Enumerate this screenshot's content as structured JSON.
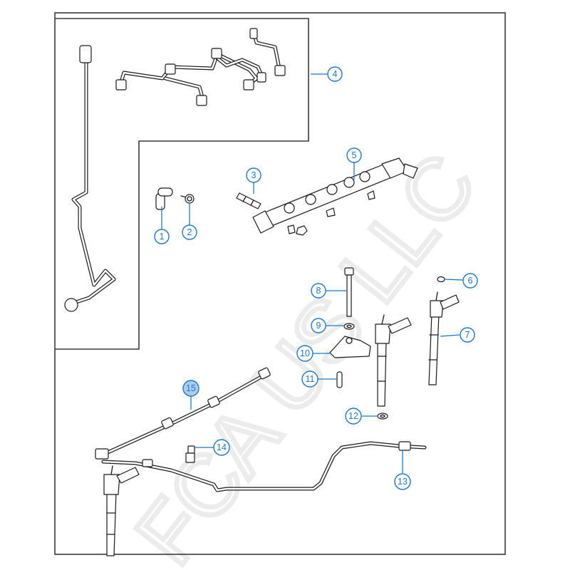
{
  "diagram": {
    "type": "exploded-parts-diagram",
    "watermark": "FCA US LLC",
    "accent_color": "#1f78c8",
    "highlight_fill": "#a9cdef",
    "highlighted_callout": "15",
    "callouts": [
      {
        "id": "1",
        "label": "1",
        "part": "fitting-elbow"
      },
      {
        "id": "2",
        "label": "2",
        "part": "bolt-washer"
      },
      {
        "id": "3",
        "label": "3",
        "part": "stud"
      },
      {
        "id": "4",
        "label": "4",
        "part": "fuel-injection-tube-kit"
      },
      {
        "id": "5",
        "label": "5",
        "part": "fuel-rail"
      },
      {
        "id": "6",
        "label": "6",
        "part": "seal-ring"
      },
      {
        "id": "7",
        "label": "7",
        "part": "fuel-injector"
      },
      {
        "id": "8",
        "label": "8",
        "part": "bolt"
      },
      {
        "id": "9",
        "label": "9",
        "part": "washer"
      },
      {
        "id": "10",
        "label": "10",
        "part": "injector-clamp"
      },
      {
        "id": "11",
        "label": "11",
        "part": "dowel-pin"
      },
      {
        "id": "12",
        "label": "12",
        "part": "injector-seal"
      },
      {
        "id": "13",
        "label": "13",
        "part": "fuel-return-line"
      },
      {
        "id": "14",
        "label": "14",
        "part": "clip"
      },
      {
        "id": "15",
        "label": "15",
        "part": "injector-return-hose"
      }
    ]
  }
}
